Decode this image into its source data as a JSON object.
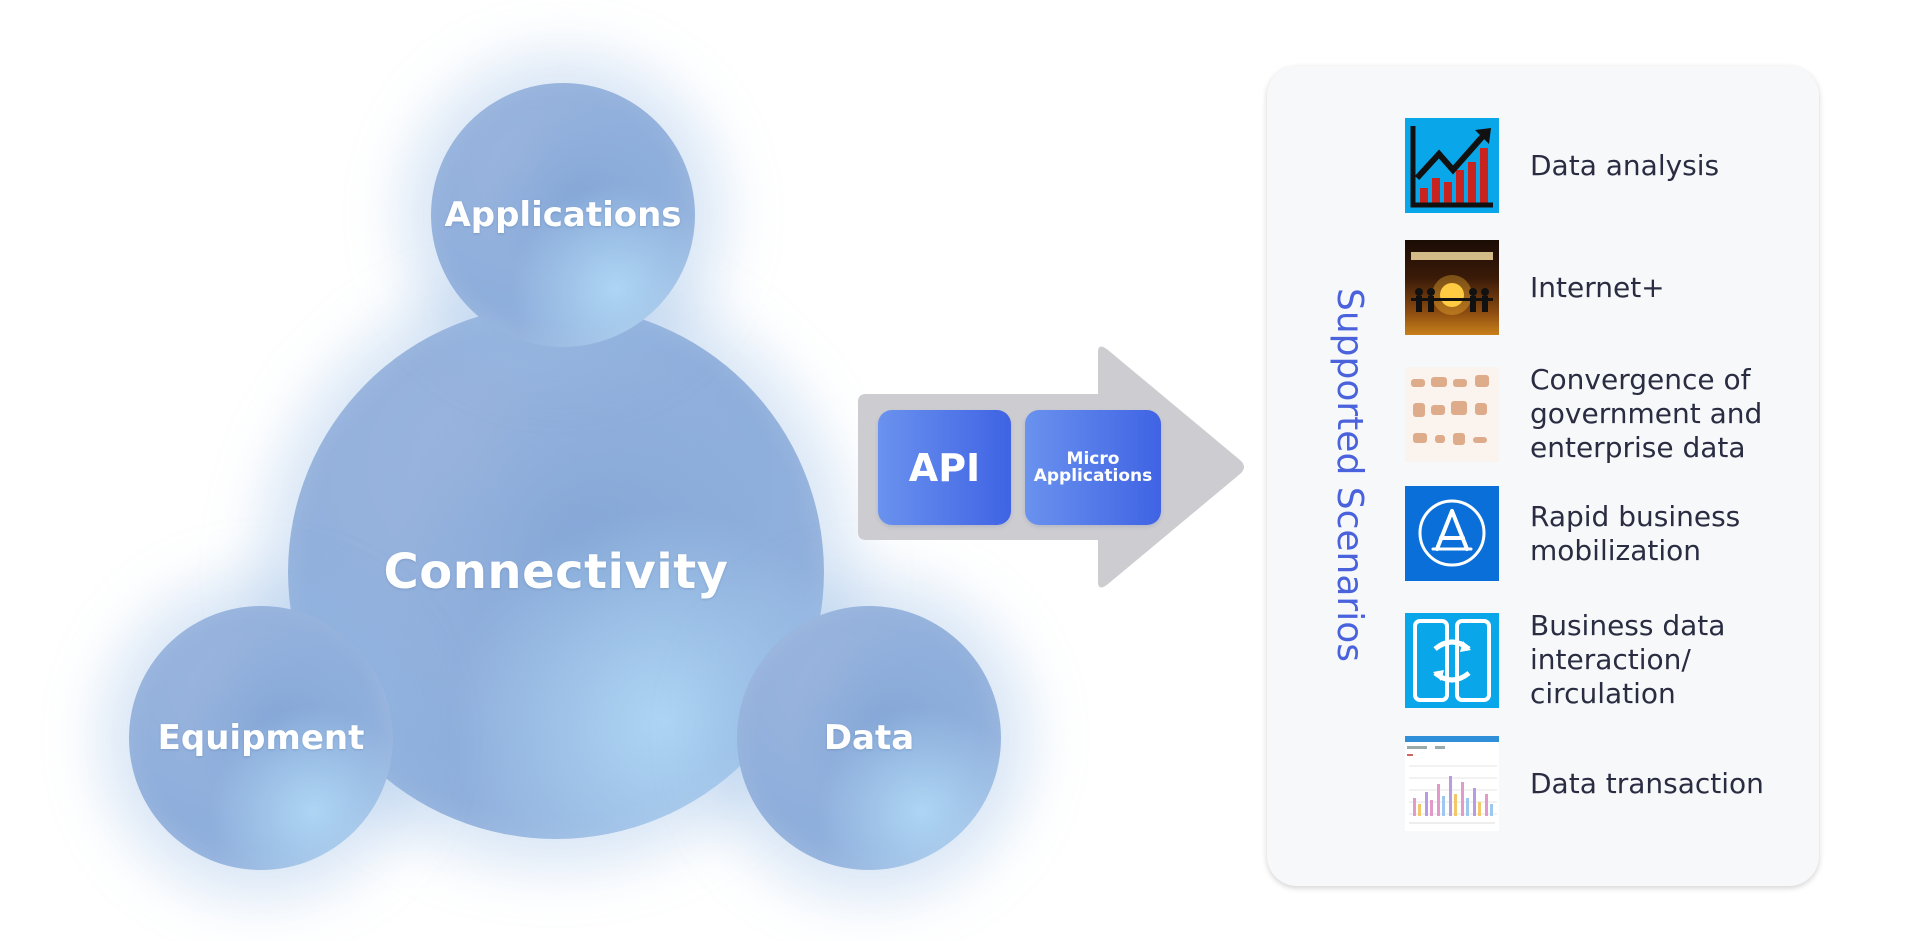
{
  "diagram": {
    "center": "Connectivity",
    "top": "Applications",
    "left": "Equipment",
    "right": "Data"
  },
  "arrow": {
    "api": "API",
    "micro_line1": "Micro",
    "micro_line2": "Applications"
  },
  "panel": {
    "title": "Supported Scenarios",
    "scenarios": [
      {
        "label_lines": [
          "Data analysis"
        ],
        "icon": "chart-growth-icon"
      },
      {
        "label_lines": [
          "Internet+"
        ],
        "icon": "lightbulb-people-icon"
      },
      {
        "label_lines": [
          "Convergence of",
          "government and",
          "enterprise data"
        ],
        "icon": "blurred-thumbnail-icon"
      },
      {
        "label_lines": [
          "Rapid business",
          "mobilization"
        ],
        "icon": "app-store-icon"
      },
      {
        "label_lines": [
          "Business data",
          "interaction/",
          "circulation"
        ],
        "icon": "data-exchange-icon"
      },
      {
        "label_lines": [
          "Data transaction"
        ],
        "icon": "dashboard-screenshot-icon"
      }
    ]
  },
  "colors": {
    "accent": "#4a63dd",
    "bubble": "#8eaedb",
    "arrow": "#cdcdd1",
    "box": "#4f73e8",
    "tile_blue": "#0aa0e8",
    "tile_dark_blue": "#0a6fd8"
  }
}
